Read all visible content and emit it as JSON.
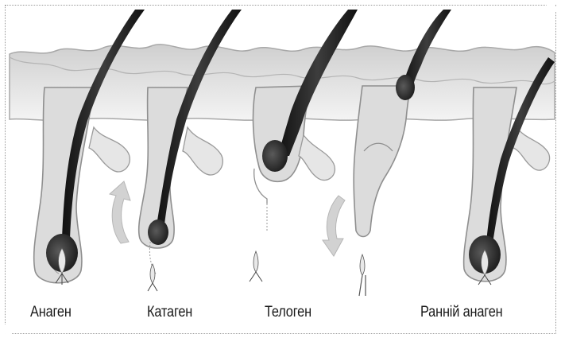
{
  "stages": [
    {
      "id": "anagen",
      "label": "Анаген"
    },
    {
      "id": "catagen",
      "label": "Катаген"
    },
    {
      "id": "telogen",
      "label": "Телоген"
    },
    {
      "id": "early-anagen",
      "label": "Ранній анаген"
    }
  ],
  "colors": {
    "skin_fill": "#dedede",
    "skin_outline": "#9b9b9b",
    "dermis_fill": "#efefef",
    "hair_dark": "#1e1e1e",
    "arrow_fill": "#d2d2d2",
    "label_text": "#1a1a1a"
  },
  "icons": {
    "up_arrow": "curved-arrow-up-icon",
    "down_arrow": "curved-arrow-down-icon"
  }
}
